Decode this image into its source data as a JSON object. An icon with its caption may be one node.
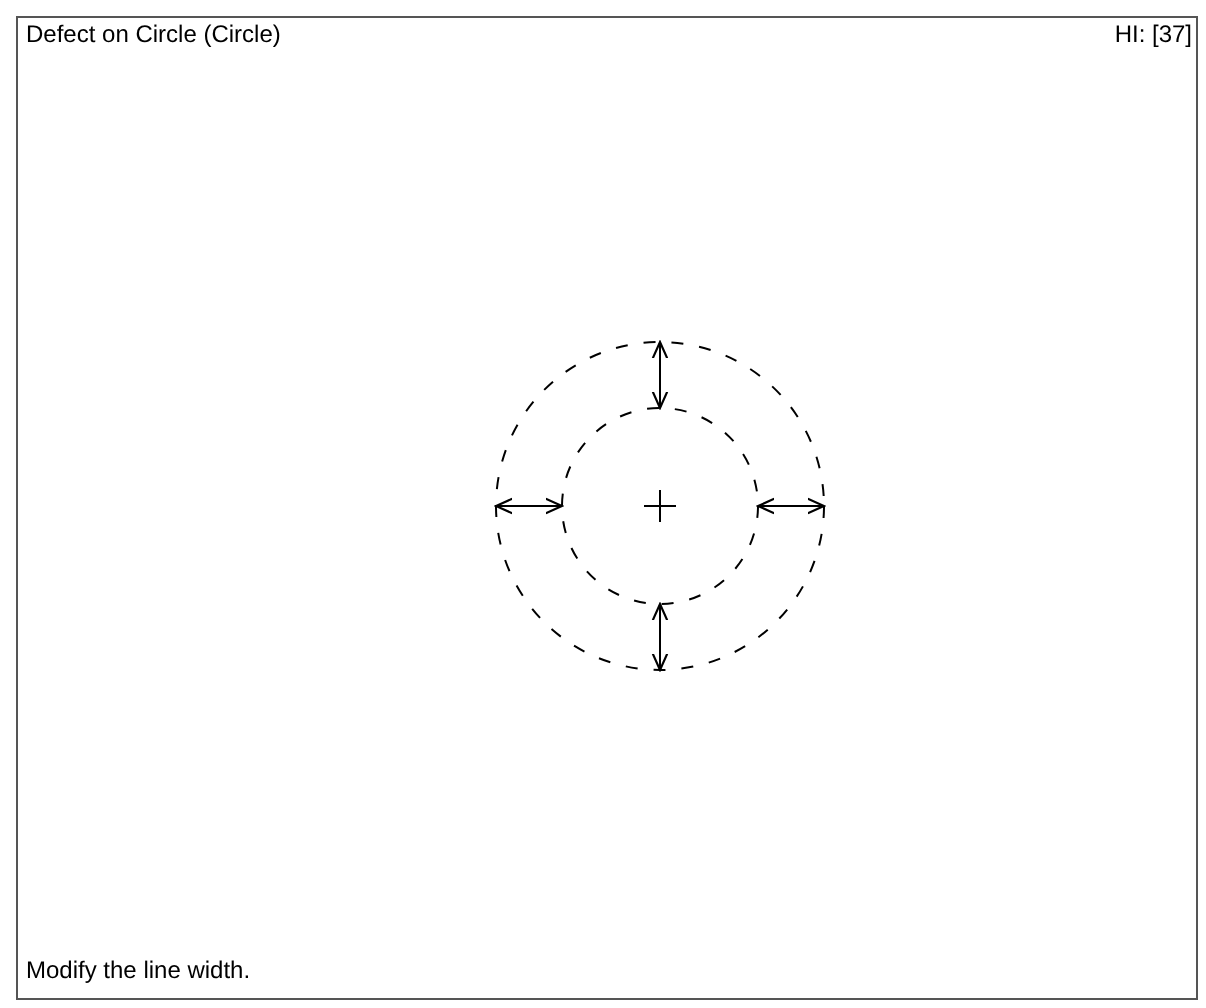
{
  "diagram": {
    "title": "Defect on Circle (Circle)",
    "labels": [
      "HI: [37]"
    ],
    "caption": "Modify the line width."
  }
}
